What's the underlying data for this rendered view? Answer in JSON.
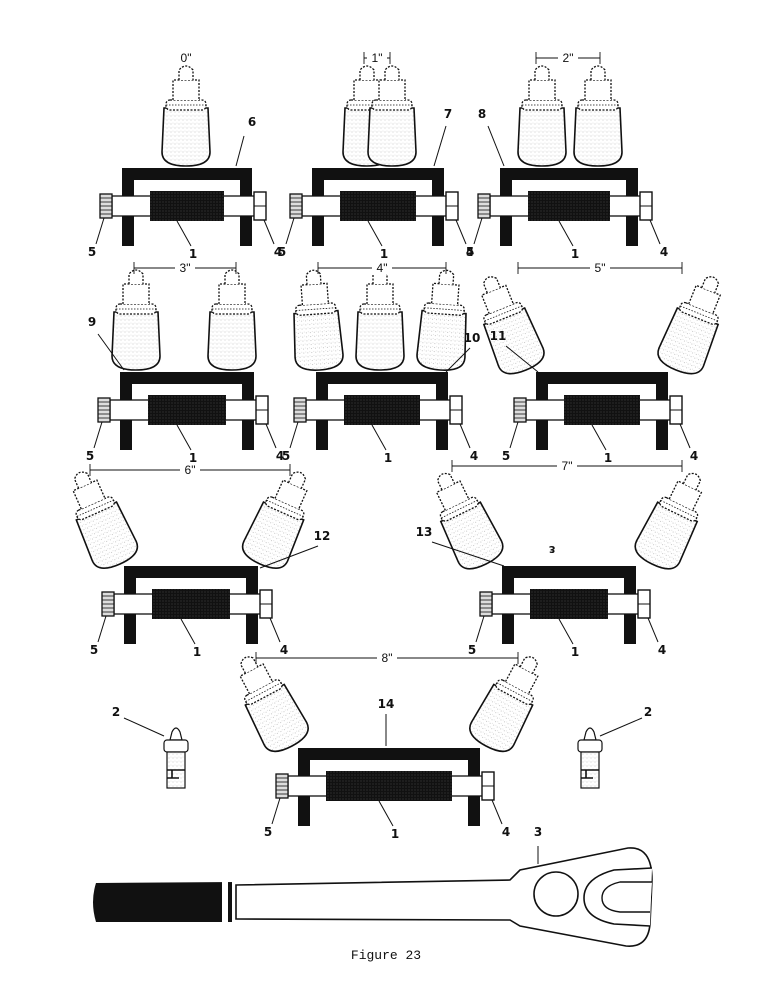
{
  "figure": {
    "caption": "Figure 23",
    "ink_color": "#111111",
    "paper_color": "#ffffff",
    "fixtures": [
      {
        "spacing": "0\"",
        "bracket": "6",
        "base": "1",
        "nut": "4",
        "bolt": "5",
        "bits": 1
      },
      {
        "spacing": "1\"",
        "bracket": "7",
        "base": "1",
        "nut": "4",
        "bolt": "5",
        "bits": 2
      },
      {
        "spacing": "2\"",
        "bracket": "8",
        "base": "1",
        "nut": "4",
        "bolt": "5",
        "bits": 2
      },
      {
        "spacing": "3\"",
        "bracket": "9",
        "base": "1",
        "nut": "4",
        "bolt": "5",
        "bits": 2
      },
      {
        "spacing": "4\"",
        "bracket": "10",
        "base": "1",
        "nut": "4",
        "bolt": "5",
        "bits": 3
      },
      {
        "spacing": "5\"",
        "bracket": "11",
        "base": "1",
        "nut": "4",
        "bolt": "5",
        "bits": 2
      },
      {
        "spacing": "6\"",
        "bracket": "12",
        "base": "1",
        "nut": "4",
        "bolt": "5",
        "bits": 2
      },
      {
        "spacing": "7\"",
        "bracket": "13",
        "base": "1",
        "nut": "4",
        "bolt": "5",
        "bits": 2,
        "stamp": "ε"
      },
      {
        "spacing": "8\"",
        "bracket": "14",
        "base": "1",
        "nut": "4",
        "bolt": "5",
        "bits": 2
      }
    ],
    "loose_bits": [
      "2",
      "2"
    ],
    "wrench": {
      "label": "3"
    }
  }
}
